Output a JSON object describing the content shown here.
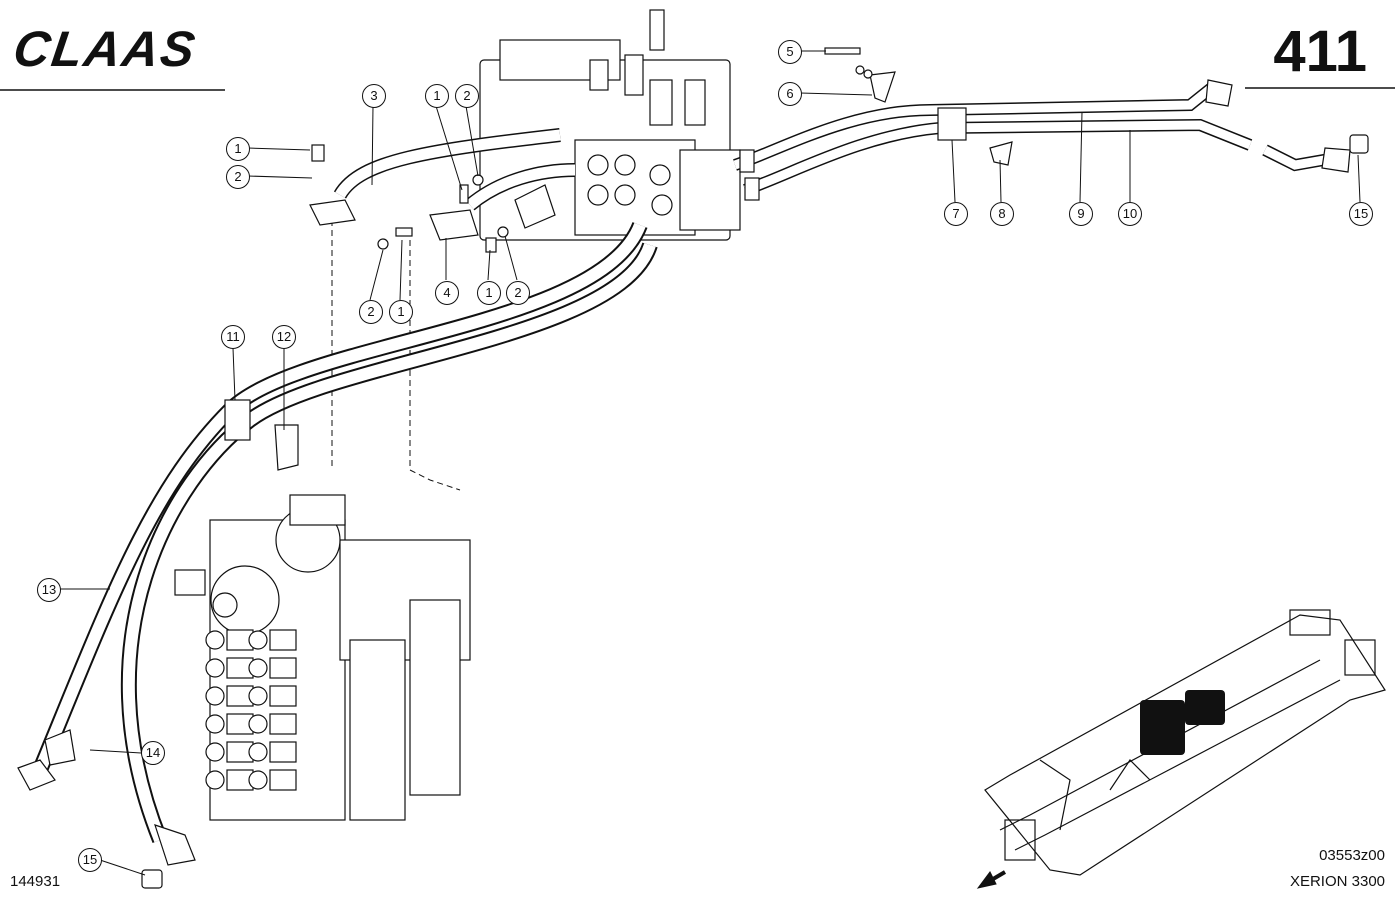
{
  "brand": "CLAAS",
  "page_number": "411",
  "doc_id": "144931",
  "drawing_code": "03553z00",
  "model": "XERION 3300",
  "callouts": [
    "1",
    "2",
    "3",
    "1",
    "2",
    "2",
    "1",
    "4",
    "1",
    "2",
    "5",
    "6",
    "7",
    "8",
    "9",
    "10",
    "15",
    "11",
    "12",
    "13",
    "14",
    "15"
  ]
}
